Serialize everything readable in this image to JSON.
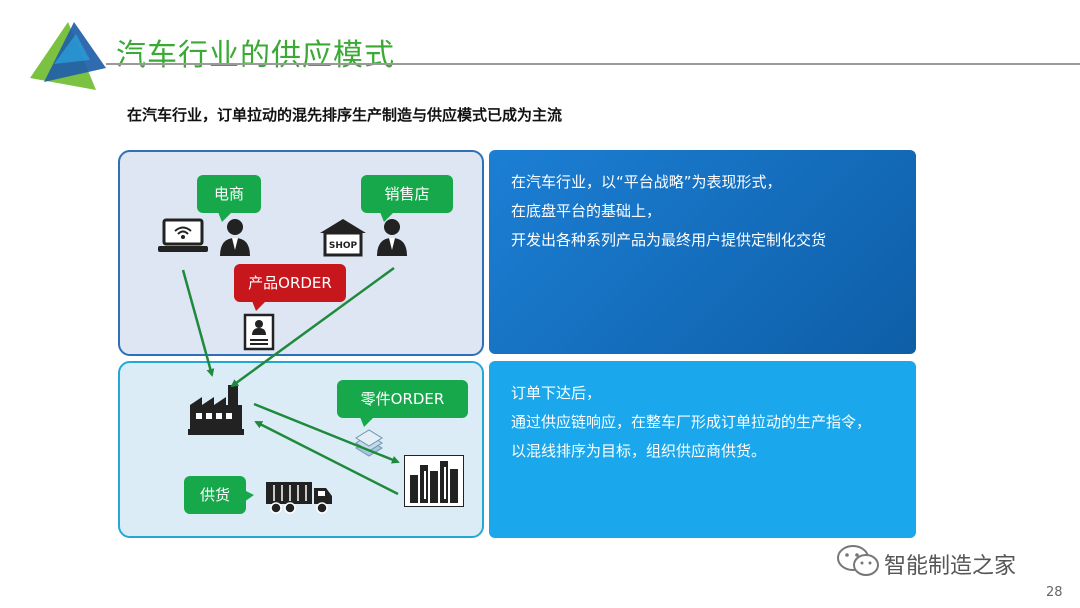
{
  "slide": {
    "title": "汽车行业的供应模式",
    "subtitle": "在汽车行业，订单拉动的混先排序生产制造与供应模式已成为主流",
    "page_number": "28",
    "accent_green": "#3aaa35",
    "accent_blue": "#1c7fd4"
  },
  "diagram": {
    "bubble_ecommerce": "电商",
    "bubble_store": "销售店",
    "bubble_product_order": "产品ORDER",
    "bubble_parts_order": "零件ORDER",
    "bubble_supply": "供货",
    "shop_sign": "SHOP"
  },
  "panels": {
    "top": [
      "在汽车行业，以“平台战略”为表现形式，",
      "在底盘平台的基础上，",
      "开发出各种系列产品为最终用户提供定制化交货"
    ],
    "bottom": [
      "订单下达后，",
      "通过供应链响应，在整车厂形成订单拉动的生产指令，",
      "以混线排序为目标，组织供应商供货。"
    ]
  },
  "watermark": {
    "text": "智能制造之家",
    "icon": "wechat-icon"
  }
}
